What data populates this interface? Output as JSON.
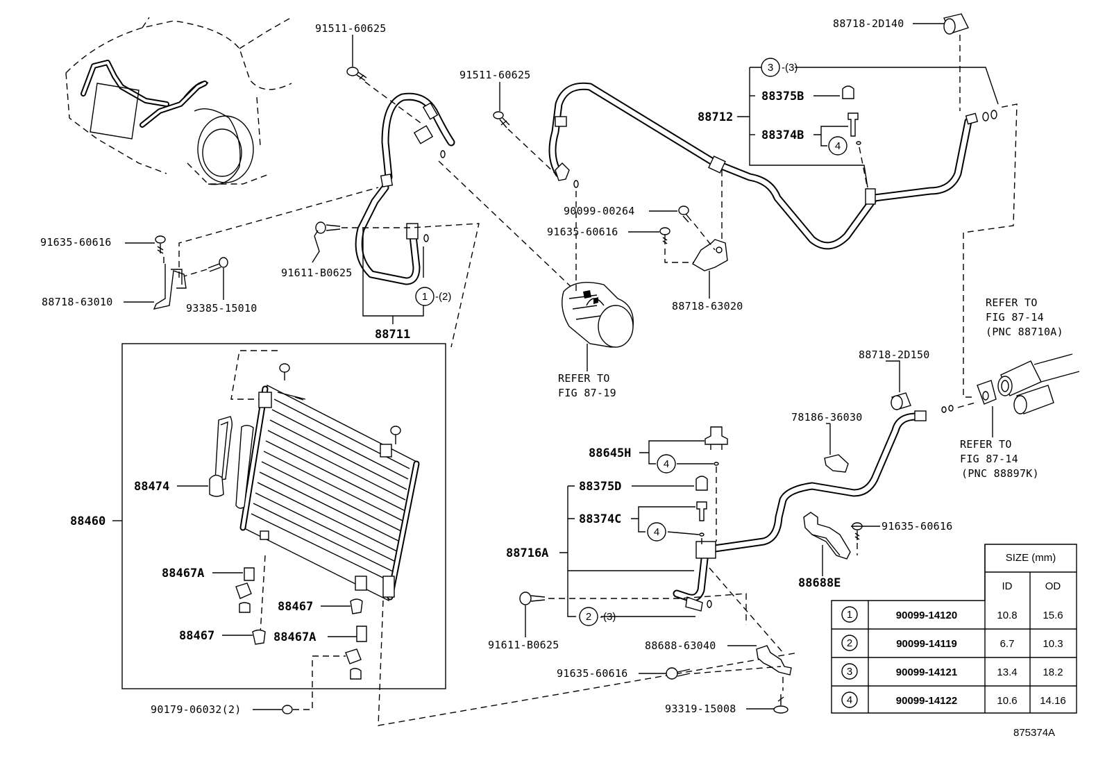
{
  "labels": {
    "p91511_60625_a": "91511-60625",
    "p91511_60625_b": "91511-60625",
    "p88718_2D140": "88718-2D140",
    "c3_qty": "-(3)",
    "p88375B": "88375B",
    "p88712": "88712",
    "p88374B": "88374B",
    "p90099_00264": "90099-00264",
    "p91635_60616_a": "91635-60616",
    "p91635_60616_b": "91635-60616",
    "p91635_60616_c": "91635-60616",
    "p91635_60616_d": "91635-60616",
    "p91611_B0625_a": "91611-B0625",
    "p91611_B0625_b": "91611-B0625",
    "p88718_63010": "88718-63010",
    "p93385_15010": "93385-15010",
    "c1_qty": "-(2)",
    "p88711": "88711",
    "p88718_63020": "88718-63020",
    "refer_fig_87_19_line1": "REFER TO",
    "refer_fig_87_19_line2": "FIG 87-19",
    "refer_a_line1": "REFER TO",
    "refer_a_line2": "FIG 87-14",
    "refer_a_line3": "(PNC 88710A)",
    "p88718_2D150": "88718-2D150",
    "p78186_36030": "78186-36030",
    "refer_b_line1": "REFER TO",
    "refer_b_line2": "FIG 87-14",
    "refer_b_line3": "(PNC 88897K)",
    "p88645H": "88645H",
    "p88474": "88474",
    "p88460": "88460",
    "p88375D": "88375D",
    "p88374C": "88374C",
    "p88716A": "88716A",
    "p88688E": "88688E",
    "p88467A_a": "88467A",
    "p88467_a": "88467",
    "p88467_b": "88467",
    "p88467A_b": "88467A",
    "c2_qty": "-(3)",
    "p88688_63040": "88688-63040",
    "p90179_06032": "90179-06032(2)",
    "p93319_15008": "93319-15008",
    "figure_id": "875374A"
  },
  "circle_marks": {
    "one": "1",
    "two": "2",
    "three": "3",
    "four": "4"
  },
  "size_table": {
    "header": "SIZE (mm)",
    "col_id": "ID",
    "col_od": "OD",
    "rows": [
      {
        "mark": "1",
        "part": "90099-14120",
        "id": "10.8",
        "od": "15.6"
      },
      {
        "mark": "2",
        "part": "90099-14119",
        "id": "6.7",
        "od": "10.3"
      },
      {
        "mark": "3",
        "part": "90099-14121",
        "id": "13.4",
        "od": "18.2"
      },
      {
        "mark": "4",
        "part": "90099-14122",
        "id": "10.6",
        "od": "14.16"
      }
    ]
  }
}
